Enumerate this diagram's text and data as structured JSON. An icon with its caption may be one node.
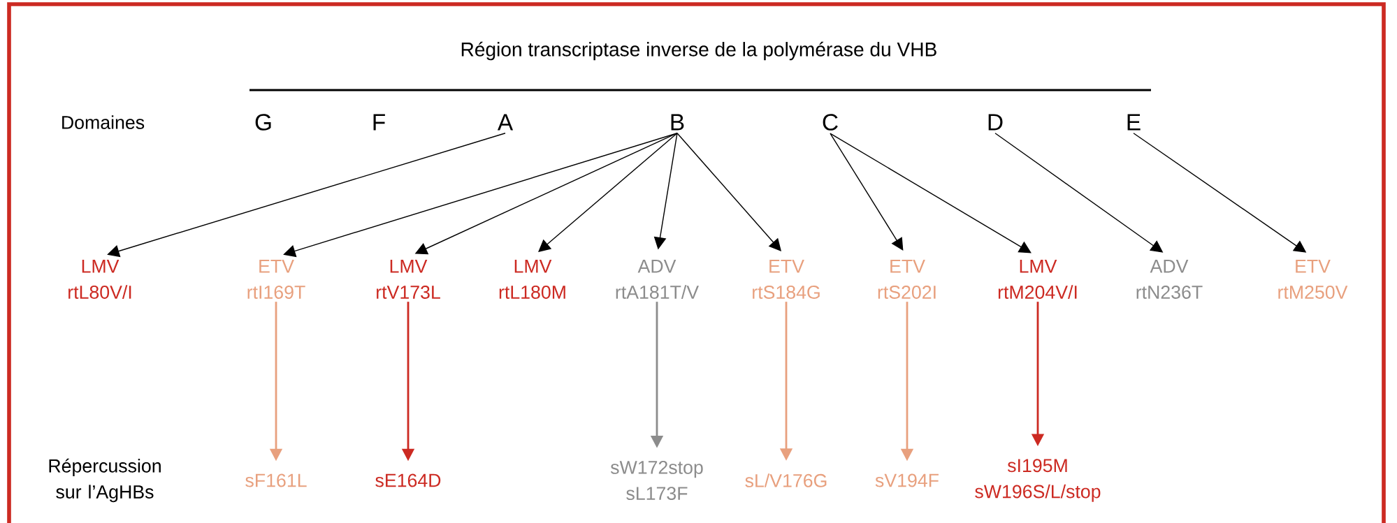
{
  "diagram": {
    "title": "Région transcriptase inverse de la polymérase du VHB",
    "nodes": [
      {
        "text": [
          "G"
        ]
      },
      {
        "text": [
          "F"
        ]
      },
      {
        "text": [
          "A"
        ]
      },
      {
        "text": [
          "B"
        ]
      },
      {
        "text": [
          "C"
        ]
      },
      {
        "text": [
          "D"
        ]
      },
      {
        "text": [
          "E"
        ]
      },
      {
        "text": [
          "LMV",
          "rtL80V/I"
        ]
      },
      {
        "text": [
          "ETV",
          "rtI169T"
        ]
      },
      {
        "text": [
          "LMV",
          "rtV173L"
        ]
      },
      {
        "text": [
          "LMV",
          "rtL180M"
        ]
      },
      {
        "text": [
          "ADV",
          "rtA181T/V"
        ]
      },
      {
        "text": [
          "ETV",
          "rtS184G"
        ]
      },
      {
        "text": [
          "ETV",
          "rtS202I"
        ]
      },
      {
        "text": [
          "LMV",
          "rtM204V/I"
        ]
      },
      {
        "text": [
          "ADV",
          "rtN236T"
        ]
      },
      {
        "text": [
          "ETV",
          "rtM250V"
        ]
      },
      {
        "text": [
          "sF161L"
        ]
      },
      {
        "text": [
          "sE164D"
        ]
      },
      {
        "text": [
          "sW172stop",
          "sL173F"
        ]
      },
      {
        "text": [
          "sL/V176G"
        ]
      },
      {
        "text": [
          "sV194F"
        ]
      },
      {
        "text": [
          "sI195M",
          "sW196S/L/stop"
        ]
      }
    ],
    "edges": [
      {
        "from": 2,
        "to": 7,
        "arrow": "to"
      },
      {
        "from": 3,
        "to": 8,
        "arrow": "to"
      },
      {
        "from": 3,
        "to": 9,
        "arrow": "to"
      },
      {
        "from": 3,
        "to": 10,
        "arrow": "to"
      },
      {
        "from": 3,
        "to": 11,
        "arrow": "to"
      },
      {
        "from": 3,
        "to": 12,
        "arrow": "to"
      },
      {
        "from": 4,
        "to": 13,
        "arrow": "to"
      },
      {
        "from": 4,
        "to": 14,
        "arrow": "to"
      },
      {
        "from": 5,
        "to": 15,
        "arrow": "to"
      },
      {
        "from": 6,
        "to": 16,
        "arrow": "to"
      },
      {
        "from": 8,
        "to": 17,
        "arrow": "to",
        "color": "#e8a07e"
      },
      {
        "from": 9,
        "to": 18,
        "arrow": "to",
        "color": "#cc2a22"
      },
      {
        "from": 11,
        "to": 19,
        "arrow": "to",
        "color": "#8c8c8c"
      },
      {
        "from": 12,
        "to": 20,
        "arrow": "to",
        "color": "#e8a07e"
      },
      {
        "from": 13,
        "to": 21,
        "arrow": "to",
        "color": "#e8a07e"
      },
      {
        "from": 14,
        "to": 22,
        "arrow": "to",
        "color": "#cc2a22"
      }
    ],
    "labels": [
      "Domaines",
      "Répercussion sur l’AgHBs"
    ]
  }
}
